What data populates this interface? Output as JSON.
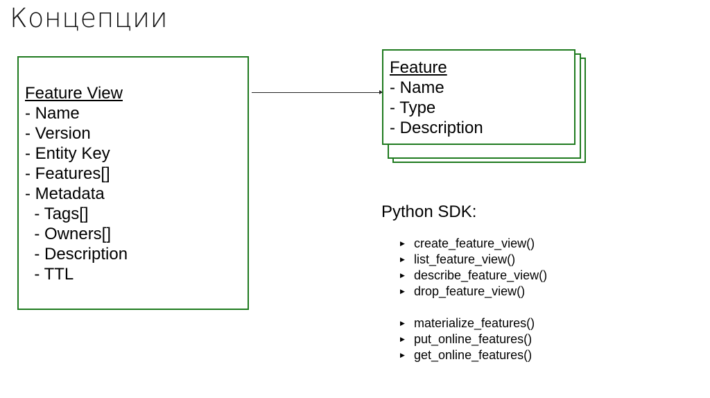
{
  "title": "Концепции",
  "feature_view": {
    "heading": "Feature View",
    "lines": [
      "- Name",
      "- Version",
      "- Entity Key",
      "- Features[]",
      "- Metadata",
      "  - Tags[]",
      "  - Owners[]",
      "  - Description",
      "  - TTL"
    ]
  },
  "feature": {
    "heading": "Feature",
    "lines": [
      "- Name",
      "- Type",
      "- Description"
    ]
  },
  "sdk": {
    "title": "Python SDK:",
    "group1": [
      "create_feature_view()",
      "list_feature_view()",
      "describe_feature_view()",
      "drop_feature_view()"
    ],
    "group2": [
      "materialize_features()",
      "put_online_features()",
      "get_online_features()"
    ]
  },
  "colors": {
    "box_border": "#1e7a1e"
  }
}
